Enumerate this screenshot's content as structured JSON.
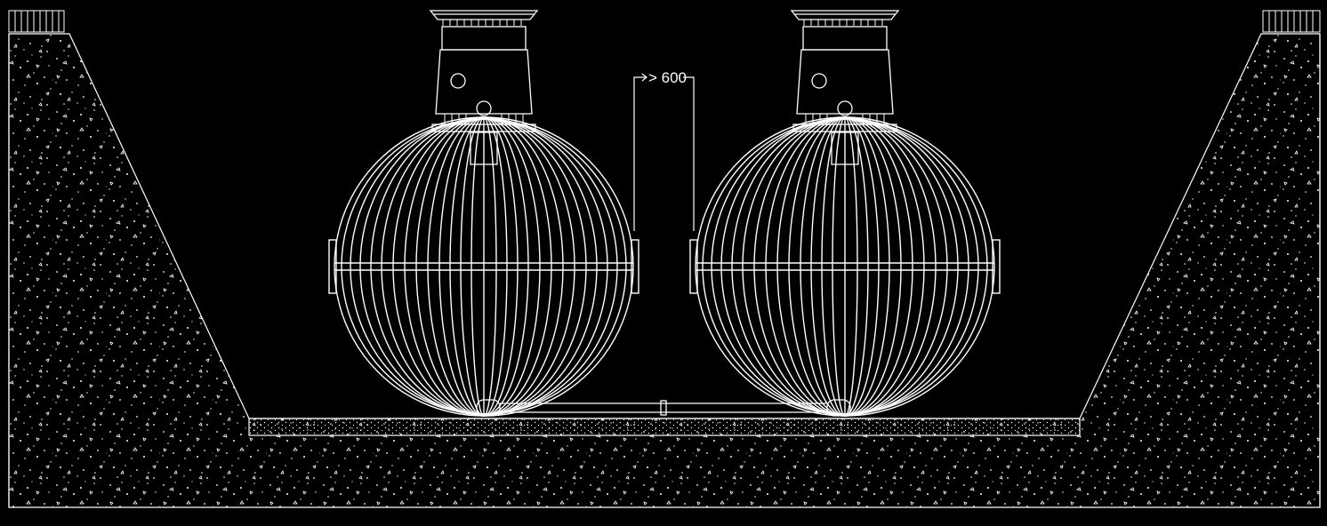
{
  "drawing": {
    "background_color": "#000000",
    "line_color": "#ffffff",
    "dimension_label": "> 600",
    "objects": {
      "tanks": [
        "tank-left",
        "tank-right"
      ],
      "connection": "pipe-connection",
      "ground": "gravel-fill",
      "base": "concrete-base"
    }
  }
}
